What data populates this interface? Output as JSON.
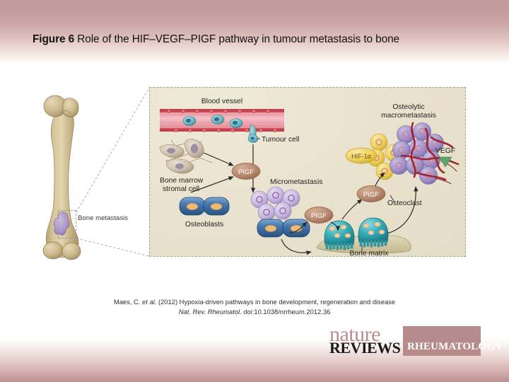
{
  "slide": {
    "title_figure_number": "Figure 6",
    "title_rest": " Role of the HIF–VEGF–PIGF pathway in tumour metastasis to bone",
    "band_color": "#c39a9a",
    "panel_background": "#e7e0cb"
  },
  "bone": {
    "metastasis_label": "Bone metastasis",
    "bone_color": "#c9b68a",
    "metastasis_color": "#b9a4ce"
  },
  "diagram": {
    "labels": {
      "blood_vessel": "Blood vessel",
      "tumour_cell": "Tumour cell",
      "bone_marrow_stromal_cell_line1": "Bone marrow",
      "bone_marrow_stromal_cell_line2": "stromal cell",
      "osteoblasts": "Osteoblasts",
      "micrometastasis": "Micrometastasis",
      "osteoclast": "Osteoclast",
      "bone_matrix": "Bone matrix",
      "osteolytic_line1": "Osteolytic",
      "osteolytic_line2": "macrometastasis",
      "hif1a": "HIF-1α",
      "vegf": "VEGF"
    },
    "pigf_badges": [
      {
        "id": "pigf-stromal",
        "label": "PIGF"
      },
      {
        "id": "pigf-osteoblast",
        "label": "PIGF"
      },
      {
        "id": "pigf-osteoclast",
        "label": "PIGF"
      },
      {
        "id": "pigf-macro",
        "label": "PIGF"
      }
    ],
    "colors": {
      "vessel": "#d9636a",
      "vessel_lumen": "#f0a7b1",
      "tumour_cell": "#6bb3bd",
      "osteoblast": "#3f6ea8",
      "micrometastasis_cell": "#c3b6dd",
      "macrometastasis_cell": "#9a8cc4",
      "osteoclast": "#2ba3ac",
      "bone_matrix": "#d6cfae",
      "hif_badge": "#f0ce4e",
      "pigf_badge": "#b98d76",
      "vegf_triangle": "#5aa86a",
      "vasculature": "#a32430"
    }
  },
  "caption": {
    "line1_pre": "Maes, C. ",
    "line1_italic": "et al.",
    "line1_post": " (2012) Hypoxia-driven pathways in bone development, regeneration and disease",
    "line2_italic": "Nat. Rev. Rheumatol.",
    "line2_post": " doi:10.1038/nrrheum.2012.36"
  },
  "logo": {
    "nature": "nature",
    "reviews": "REVIEWS",
    "journal": "RHEUMATOLOGY",
    "box_color": "#b68b8b"
  }
}
